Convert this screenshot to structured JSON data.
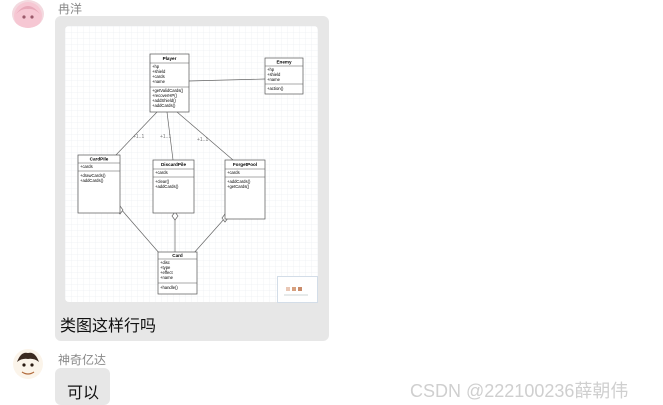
{
  "messages": [
    {
      "sender": "冉洋",
      "text": "类图这样行吗"
    },
    {
      "sender": "神奇亿达",
      "text": "可以"
    }
  ],
  "uml": {
    "classes": [
      {
        "name": "Player",
        "attributes": [
          "+hp",
          "+shield",
          "+cards",
          "+name"
        ],
        "methods": [
          "+getValidCards()",
          "+recoverHP()",
          "+addShield()",
          "+addCards()"
        ]
      },
      {
        "name": "Enemy",
        "attributes": [
          "+hp",
          "+shield",
          "+name"
        ],
        "methods": [
          "+action()"
        ]
      },
      {
        "name": "CardPile",
        "attributes": [
          "+cards"
        ],
        "methods": [
          "+drawCards()",
          "+addCards()"
        ]
      },
      {
        "name": "DiscardPile",
        "attributes": [
          "+cards"
        ],
        "methods": [
          "+clear()",
          "+addCards()"
        ]
      },
      {
        "name": "ForgetPool",
        "attributes": [
          "+cards"
        ],
        "methods": [
          "+addCards()",
          "+getCards()"
        ]
      },
      {
        "name": "Card",
        "attributes": [
          "+disc",
          "+type",
          "+effect",
          "+name"
        ],
        "methods": [
          "+handle()"
        ]
      }
    ],
    "multiplicities": [
      "+1..1",
      "+1..1",
      "+1..1"
    ]
  },
  "watermark": "CSDN @222100236薛朝伟",
  "colors": {
    "bubble": "#e7e7e7",
    "avatar1": "#f3d9df",
    "watermark": "#cfcfcf"
  }
}
